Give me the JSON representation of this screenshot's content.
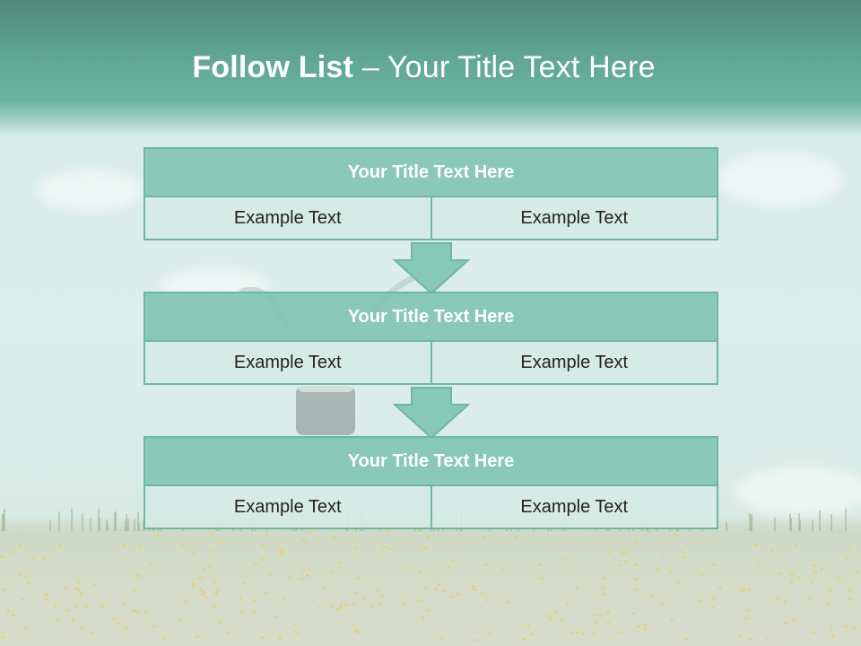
{
  "slide": {
    "title_bold": "Follow List",
    "title_rest": " – Your Title Text Here"
  },
  "blocks": [
    {
      "title": "Your Title Text Here",
      "left": "Example Text",
      "right": "Example Text"
    },
    {
      "title": "Your Title Text Here",
      "left": "Example Text",
      "right": "Example Text"
    },
    {
      "title": "Your Title Text Here",
      "left": "Example Text",
      "right": "Example Text"
    }
  ],
  "colors": {
    "header": "#5fa591",
    "block_title_fill": "#7ec3b0",
    "cell_fill": "#d6eae5",
    "border": "#6fb7a2",
    "arrow": "#7ec3b0"
  },
  "icons": [
    "down-arrow-icon"
  ]
}
